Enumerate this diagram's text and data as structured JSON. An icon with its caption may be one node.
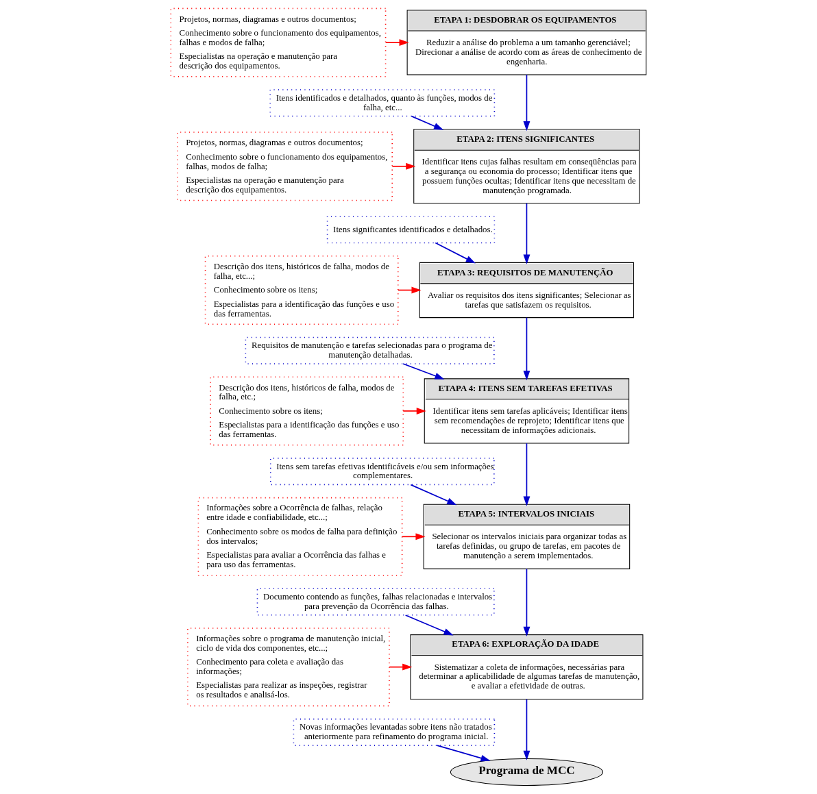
{
  "diagram": {
    "nodes": [
      {
        "text": [
          "Projetos, normas, diagramas e outros documentos;",
          "Conhecimento sobre o funcionamento dos equipamentos, falhas e modos de falha;",
          "Especialistas na operação e manutenção para descrição dos equipamentos."
        ]
      },
      {
        "text": [
          "ETAPA 1: DESDOBRAR OS EQUIPAMENTOS",
          "Reduzir a análise do problema a um tamanho gerenciável; Direcionar a análise de acordo com as áreas de conhecimento de engenharia."
        ]
      },
      {
        "text": [
          "Itens identificados e detalhados, quanto às funções, modos de falha, etc..."
        ]
      },
      {
        "text": [
          "Projetos, normas, diagramas e outros documentos;",
          "Conhecimento sobre o funcionamento dos equipamentos, falhas, modos de falha;",
          "Especialistas na operação e manutenção para descrição dos equipamentos."
        ]
      },
      {
        "text": [
          "ETAPA 2: ITENS SIGNIFICANTES",
          "Identificar itens cujas falhas resultam em conseqüências para a segurança ou economia do processo; Identificar itens que possuem funções ocultas; Identificar itens que necessitam de manutenção programada."
        ]
      },
      {
        "text": [
          "Itens significantes identificados e detalhados."
        ]
      },
      {
        "text": [
          "Descrição dos itens, históricos de falha, modos de falha, etc...;",
          "Conhecimento sobre os itens;",
          "Especialistas para a identificação das funções e uso das ferramentas."
        ]
      },
      {
        "text": [
          "ETAPA 3: REQUISITOS DE MANUTENÇÃO",
          "Avaliar os requisitos dos itens significantes; Selecionar as tarefas que satisfazem os requisitos."
        ]
      },
      {
        "text": [
          "Requisitos de manutenção e tarefas selecionadas para o programa de manutenção detalhadas."
        ]
      },
      {
        "text": [
          "Descrição dos itens, históricos de falha, modos de falha, etc.;",
          "Conhecimento sobre os itens;",
          "Especialistas para a identificação das funções e uso das ferramentas."
        ]
      },
      {
        "text": [
          "ETAPA 4: ITENS SEM TAREFAS EFETIVAS",
          "Identificar itens sem tarefas aplicáveis; Identificar itens sem recomendações de reprojeto; Identificar itens que necessitam de informações adicionais."
        ]
      },
      {
        "text": [
          "Itens sem tarefas efetivas identificáveis e/ou sem informações complementares."
        ]
      },
      {
        "text": [
          "Informações sobre a Ocorrência de falhas, relação entre idade e confiabilidade, etc...;",
          "Conhecimento sobre os modos de falha para definição dos intervalos;",
          "Especialistas para avaliar a Ocorrência das falhas e para uso das ferramentas."
        ]
      },
      {
        "text": [
          "ETAPA 5: INTERVALOS INICIAIS",
          "Selecionar os intervalos iniciais para organizar todas as tarefas definidas, ou grupo de tarefas, em pacotes de manutenção a serem implementados."
        ]
      },
      {
        "text": [
          "Documento contendo as funções, falhas relacionadas e intervalos para prevenção da Ocorrência das falhas."
        ]
      },
      {
        "text": [
          "Informações sobre o programa de manutenção inicial, ciclo de vida dos componentes, etc...;",
          "Conhecimento para coleta e avaliação das informações;",
          "Especialistas para realizar as inspeções, registrar os resultados e analisá-los."
        ]
      },
      {
        "text": [
          "ETAPA 6: EXPLORAÇÃO DA IDADE",
          "Sistematizar a coleta de informações, necessárias para determinar a aplicabilidade de algumas tarefas de manutenção, e avaliar a efetividade de outras."
        ]
      },
      {
        "text": [
          "Novas informações levantadas sobre itens não tratados anteriormente para refinamento do programa inicial."
        ]
      },
      {
        "text": [
          "Programa de MCC"
        ]
      }
    ],
    "edges": [
      {
        "from": 0,
        "to": 1,
        "arrow": "to",
        "color": "#ff0000"
      },
      {
        "from": 1,
        "to": 4,
        "arrow": "to"
      },
      {
        "from": 2,
        "to": 4,
        "arrow": "to"
      },
      {
        "from": 3,
        "to": 4,
        "arrow": "to",
        "color": "#ff0000"
      },
      {
        "from": 4,
        "to": 7,
        "arrow": "to"
      },
      {
        "from": 5,
        "to": 7,
        "arrow": "to"
      },
      {
        "from": 6,
        "to": 7,
        "arrow": "to",
        "color": "#ff0000"
      },
      {
        "from": 7,
        "to": 10,
        "arrow": "to"
      },
      {
        "from": 8,
        "to": 10,
        "arrow": "to"
      },
      {
        "from": 9,
        "to": 10,
        "arrow": "to",
        "color": "#ff0000"
      },
      {
        "from": 10,
        "to": 13,
        "arrow": "to"
      },
      {
        "from": 11,
        "to": 13,
        "arrow": "to"
      },
      {
        "from": 12,
        "to": 13,
        "arrow": "to",
        "color": "#ff0000"
      },
      {
        "from": 13,
        "to": 16,
        "arrow": "to"
      },
      {
        "from": 14,
        "to": 16,
        "arrow": "to"
      },
      {
        "from": 15,
        "to": 16,
        "arrow": "to",
        "color": "#ff0000"
      },
      {
        "from": 16,
        "to": 18,
        "arrow": "to"
      },
      {
        "from": 17,
        "to": 18,
        "arrow": "to"
      }
    ]
  }
}
